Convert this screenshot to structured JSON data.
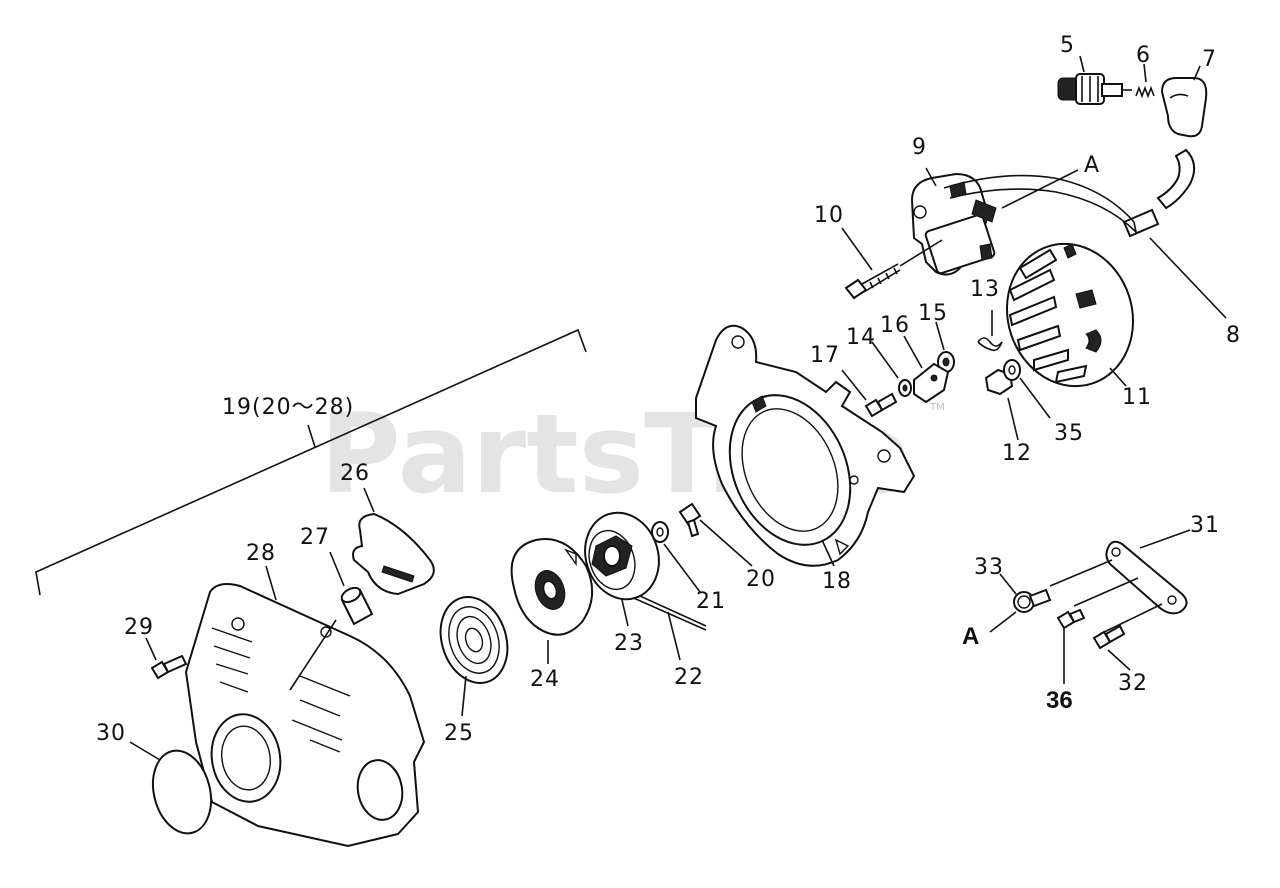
{
  "watermark": {
    "text": "PartsTree",
    "mark": "TM"
  },
  "labels": {
    "p5": "5",
    "p6": "6",
    "p7": "7",
    "p8": "8",
    "p9": "9",
    "p10": "10",
    "p11": "11",
    "p12": "12",
    "p13": "13",
    "p14": "14",
    "p15": "15",
    "p16": "16",
    "p17": "17",
    "p18": "18",
    "p19": "19(20～28)",
    "p20": "20",
    "p21": "21",
    "p22": "22",
    "p23": "23",
    "p24": "24",
    "p25": "25",
    "p26": "26",
    "p27": "27",
    "p28": "28",
    "p29": "29",
    "p30": "30",
    "p31": "31",
    "p32": "32",
    "p33": "33",
    "p35": "35",
    "p36": "36",
    "refA_top": "A",
    "refA_bottom": "A"
  }
}
